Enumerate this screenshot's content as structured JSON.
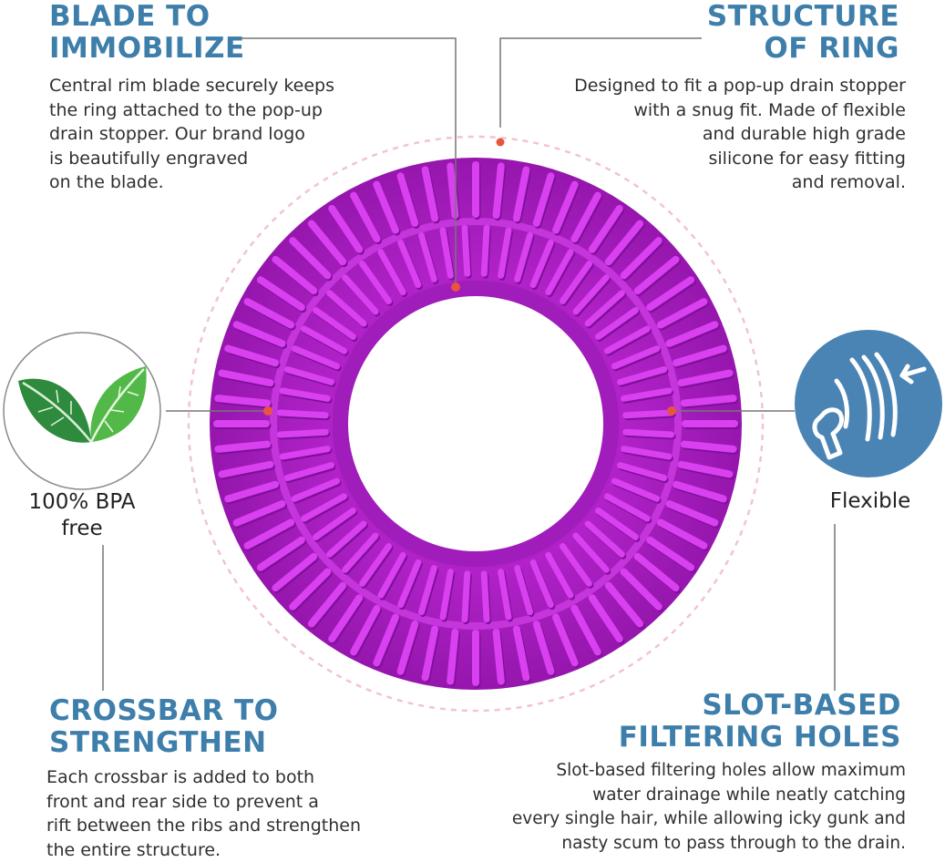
{
  "features": {
    "blade": {
      "title_lines": [
        "BLADE TO",
        "IMMOBILIZE"
      ],
      "description_lines": [
        "Central rim blade securely keeps",
        "the ring attached to the pop-up",
        "drain stopper. Our brand logo",
        "is beautifully engraved",
        "on the blade."
      ]
    },
    "structure": {
      "title_lines": [
        "STRUCTURE",
        "OF RING"
      ],
      "description_lines": [
        "Designed to fit a pop-up drain stopper",
        "with a snug fit. Made of flexible",
        "and durable high grade",
        "silicone for easy fitting",
        "and removal."
      ]
    },
    "crossbar": {
      "title_lines": [
        "CROSSBAR TO",
        "STRENGTHEN"
      ],
      "description_lines": [
        "Each crossbar is added to both",
        "front and rear side to prevent a",
        "rift between the ribs and strengthen",
        "the entire structure."
      ]
    },
    "slots": {
      "title_lines": [
        "SLOT-BASED",
        "FILTERING HOLES"
      ],
      "description_lines": [
        "Slot-based filtering holes allow maximum",
        "water drainage while neatly catching",
        "every single hair, while allowing icky gunk and",
        "nasty scum to pass through to the drain."
      ]
    }
  },
  "badges": {
    "bpa": {
      "label_lines": [
        "100% BPA",
        "free"
      ],
      "icon": "green-leaves-icon"
    },
    "flexible": {
      "label": "Flexible",
      "icon": "flexible-hand-icon"
    }
  },
  "colors": {
    "heading": "#3d7eaa",
    "body_text": "#2f2f2f",
    "ring": "#b322c9",
    "ring_rib": "#d840f0",
    "ring_groove": "#80109a",
    "callout_dot": "#e8553f",
    "leader_line": "#777777",
    "dashed_outline": "#f2c2d8",
    "flexible_badge": "#4a84b5",
    "leaf": "#3aa347"
  }
}
